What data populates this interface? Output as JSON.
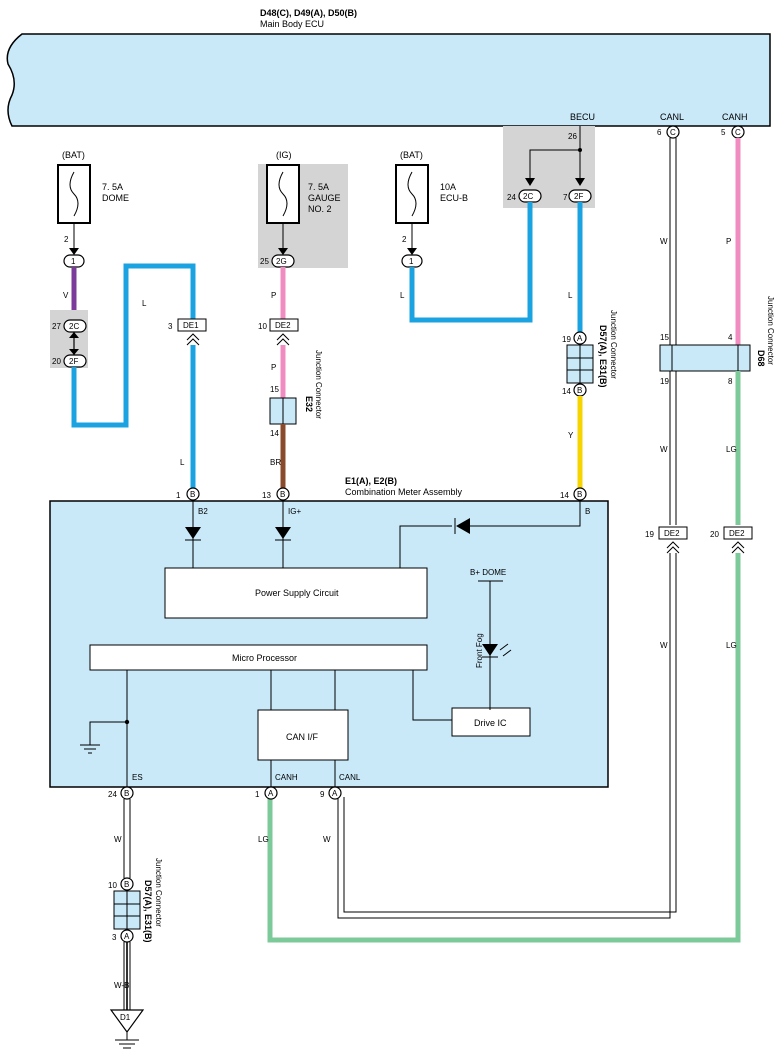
{
  "ecu": {
    "title": "D48(C), D49(A), D50(B)",
    "subtitle": "Main Body ECU",
    "becu_label": "BECU",
    "becu_pin": "26",
    "canl_label": "CANL",
    "canh_label": "CANH",
    "canl_pin": "6",
    "canh_pin": "5",
    "conn_c": "C",
    "pin_24": "24",
    "pin_7": "7",
    "conn_2c": "2C",
    "conn_2f": "2F"
  },
  "fuses": {
    "dome": {
      "source": "(BAT)",
      "rating": "7. 5A",
      "name": "DOME",
      "pin": "2",
      "conn": "1"
    },
    "gauge": {
      "source": "(IG)",
      "rating": "7. 5A",
      "name1": "GAUGE",
      "name2": "NO. 2",
      "pin": "25",
      "conn": "2G"
    },
    "ecub": {
      "source": "(BAT)",
      "rating": "10A",
      "name": "ECU-B",
      "pin": "2",
      "conn": "1"
    }
  },
  "junction_left": {
    "top_pin": "27",
    "top_conn": "2C",
    "bot_pin": "20",
    "bot_conn": "2F"
  },
  "de1": {
    "pin": "3",
    "label": "DE1"
  },
  "de2_top": {
    "pin": "10",
    "label": "DE2"
  },
  "e32": {
    "code": "E32",
    "name": "Junction Connector",
    "pin_top": "15",
    "pin_bot": "14"
  },
  "d57_top": {
    "code": "D57(A), E31(B)",
    "name": "Junction Connector",
    "pin_top": "19",
    "conn_top": "A",
    "pin_bot": "14",
    "conn_bot": "B"
  },
  "d68": {
    "code": "D68",
    "name": "Junction Connector",
    "pin_tl": "15",
    "pin_tr": "4",
    "pin_bl": "19",
    "pin_br": "8"
  },
  "de2_right": {
    "pin_l": "19",
    "label_l": "DE2",
    "pin_r": "20",
    "label_r": "DE2"
  },
  "wire_colors": {
    "v": "V",
    "l": "L",
    "p": "P",
    "br": "BR",
    "y": "Y",
    "w": "W",
    "lg": "LG",
    "wb": "W-B"
  },
  "meter": {
    "code": "E1(A), E2(B)",
    "name": "Combination Meter Assembly",
    "pin1": "1",
    "pin1_conn": "B",
    "pin13": "13",
    "pin13_conn": "B",
    "pin14": "14",
    "pin14_conn": "B",
    "b2": "B2",
    "ig": "IG+",
    "b": "B",
    "power_supply": "Power Supply Circuit",
    "micro": "Micro Processor",
    "can_if": "CAN I/F",
    "drive_ic": "Drive IC",
    "bdome": "B+ DOME",
    "front_fog": "Front Fog",
    "es": "ES",
    "canh": "CANH",
    "canl": "CANL",
    "pin24": "24",
    "pin24_conn": "B",
    "pin_1a": "1",
    "pin_1a_conn": "A",
    "pin_9a": "9",
    "pin_9a_conn": "A"
  },
  "d57_bot": {
    "code": "D57(A), E31(B)",
    "name": "Junction Connector",
    "pin_top": "10",
    "conn_top": "B",
    "pin_bot": "3",
    "conn_bot": "A"
  },
  "ground": {
    "label": "D1"
  },
  "colors": {
    "ecu_fill": "#c9e9f9",
    "blue_wire": "#1aa3e0",
    "violet": "#7a3b9a",
    "pink": "#f08cc0",
    "brown": "#8a4b2c",
    "yellow": "#f6d400",
    "green": "#7cc99a",
    "gray_block": "#d4d4d4"
  }
}
